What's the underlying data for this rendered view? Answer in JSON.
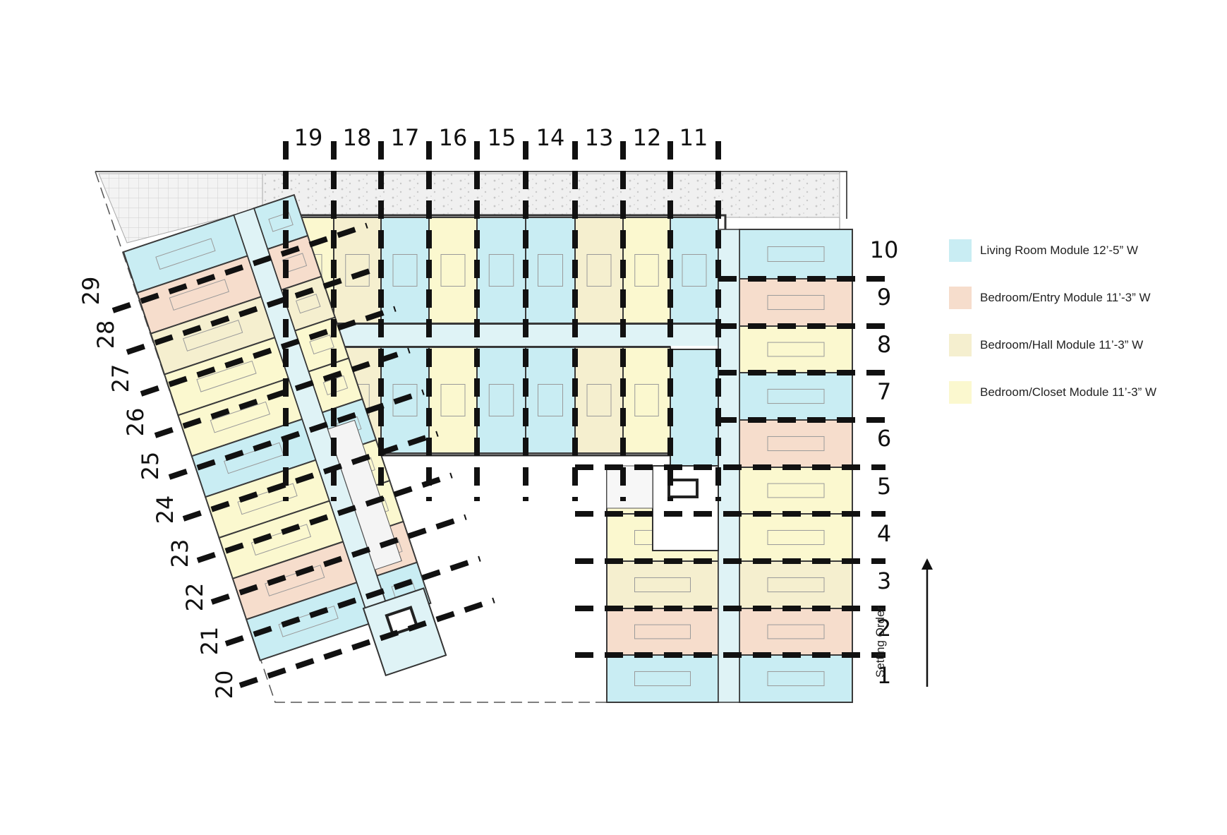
{
  "legend": {
    "items": [
      {
        "label": "Living Room Module 12’-5” W",
        "color": "#c9edf3"
      },
      {
        "label": "Bedroom/Entry Module 11’-3” W",
        "color": "#f6ddcc"
      },
      {
        "label": "Bedroom/Hall Module 11’-3” W",
        "color": "#f5efcf"
      },
      {
        "label": "Bedroom/Closet Module 11’-3” W",
        "color": "#fbf8cf"
      }
    ]
  },
  "setting_order_label": "Setting Order",
  "modules": {
    "top_row_labels": [
      "19",
      "18",
      "17",
      "16",
      "15",
      "14",
      "13",
      "12",
      "11"
    ],
    "right_column_labels": [
      "10",
      "9",
      "8",
      "7",
      "6",
      "5",
      "4",
      "3",
      "2",
      "1"
    ],
    "left_wing_labels": [
      "29",
      "28",
      "27",
      "26",
      "25",
      "24",
      "23",
      "22",
      "21",
      "20"
    ]
  },
  "colors": {
    "living": "#c9edf3",
    "entry": "#f6ddcc",
    "hall": "#f5efcf",
    "closet": "#fbf8cf",
    "wall": "#3a3a3a",
    "divider": "#111111"
  }
}
